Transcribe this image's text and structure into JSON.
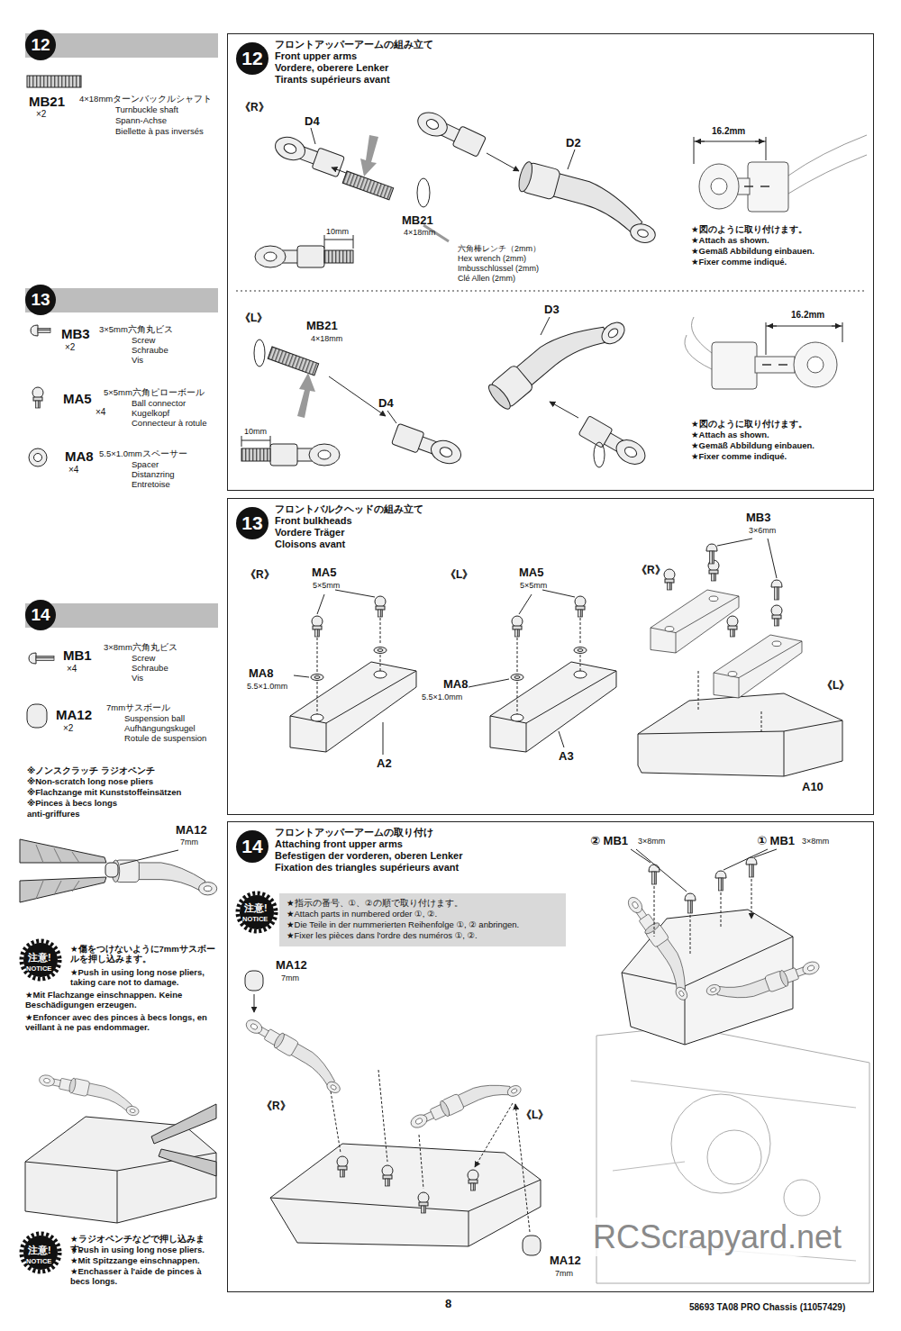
{
  "diagram": {
    "nodes": [
      {
        "text": [
          "12"
        ]
      },
      {
        "text": [
          "13"
        ]
      },
      {
        "text": [
          "14"
        ]
      },
      {
        "text": [
          "12",
          "フロントアッパーアームの組み立て",
          "Front upper arms",
          "Vordere, oberere Lenker",
          "Tirants supérieurs avant"
        ]
      },
      {
        "text": [
          "13",
          "フロントバルクヘッドの組み立て",
          "Front bulkheads",
          "Vordere Träger",
          "Cloisons avant"
        ]
      },
      {
        "text": [
          "14",
          "フロントアッパーアームの取り付け",
          "Attaching front upper arms",
          "Befestigen der vorderen, oberen Lenker",
          "Fixation des triangles supérieurs avant"
        ]
      },
      {
        "text": [
          "★指示の番号、①、②の順で取り付けます。",
          "★Attach parts in numbered order ①, ②.",
          "★Die Teile in der nummerierten Reihenfolge ①, ② anbringen.",
          "★Fixer les pièces dans l'ordre des numéros ①, ②."
        ],
        "in": 5
      }
    ],
    "labels": [
      "MB21",
      "×2",
      "4×18mmターンバックルシャフト",
      "Turnbuckle shaft",
      "Spann-Achse",
      "Biellette à pas inversés",
      "MB3",
      "×2",
      "3×5mm六角丸ビス",
      "Screw",
      "Schraube",
      "Vis",
      "MA5",
      "×4",
      "5×5mm六角ピローボール",
      "Ball connector",
      "Kugelkopf",
      "Connecteur à rotule",
      "MA8",
      "×4",
      "5.5×1.0mmスペーサー",
      "Spacer",
      "Distanzring",
      "Entretoise",
      "MB1",
      "×4",
      "3×8mm六角丸ビス",
      "Screw",
      "Schraube",
      "Vis",
      "MA12",
      "×2",
      "7mmサスボール",
      "Suspension ball",
      "Aufhängungskugel",
      "Rotule de suspension",
      "※ノンスクラッチ ラジオペンチ",
      "※Non-scratch long nose pliers",
      "※Flachzange mit Kunststoffeinsätzen",
      "※Pinces à becs longs",
      "anti-griffures",
      "MA12",
      "7mm",
      "注意!",
      "NOTICE",
      "★傷をつけないように7mmサスボールを押し込みます。",
      "★Push in using long nose pliers, taking care not to damage.",
      "★Mit Flachzange einschnappen. Keine Beschädigungen erzeugen.",
      "★Enfoncer avec des pinces à becs longs, en veillant à ne pas endommager.",
      "注意!",
      "NOTICE",
      "★ラジオペンチなどで押し込みます。",
      "★Push in using long nose pliers.",
      "★Mit Spitzzange einschnappen.",
      "★Enchasser à l'aide de pinces à becs longs.",
      "《R》",
      "D4",
      "MB21",
      "4×18mm",
      "10mm",
      "D2",
      "六角棒レンチ（2mm）",
      "Hex wrench (2mm)",
      "Imbusschlüssel (2mm)",
      "Clé Allen (2mm)",
      "16.2mm",
      "★図のように取り付けます。",
      "★Attach as shown.",
      "★Gemäß Abbildung einbauen.",
      "★Fixer comme indiqué.",
      "《L》",
      "MB21",
      "4×18mm",
      "D3",
      "D4",
      "10mm",
      "16.2mm",
      "★図のように取り付けます。",
      "★Attach as shown.",
      "★Gemäß Abbildung einbauen.",
      "★Fixer comme indiqué.",
      "《R》",
      "MA5",
      "5×5mm",
      "MA8",
      "5.5×1.0mm",
      "A2",
      "《L》",
      "MA5",
      "5×5mm",
      "MA8",
      "5.5×1.0mm",
      "A3",
      "MB3",
      "3×6mm",
      "《R》",
      "《L》",
      "A10",
      "注意!",
      "NOTICE",
      "MA12",
      "7mm",
      "《R》",
      "《L》",
      "MA12",
      "7mm",
      "② MB1",
      "3×8mm",
      "① MB1",
      "3×8mm",
      "8",
      "58693 TA08 PRO Chassis (11057429)",
      "RCScrapyard.net"
    ]
  }
}
